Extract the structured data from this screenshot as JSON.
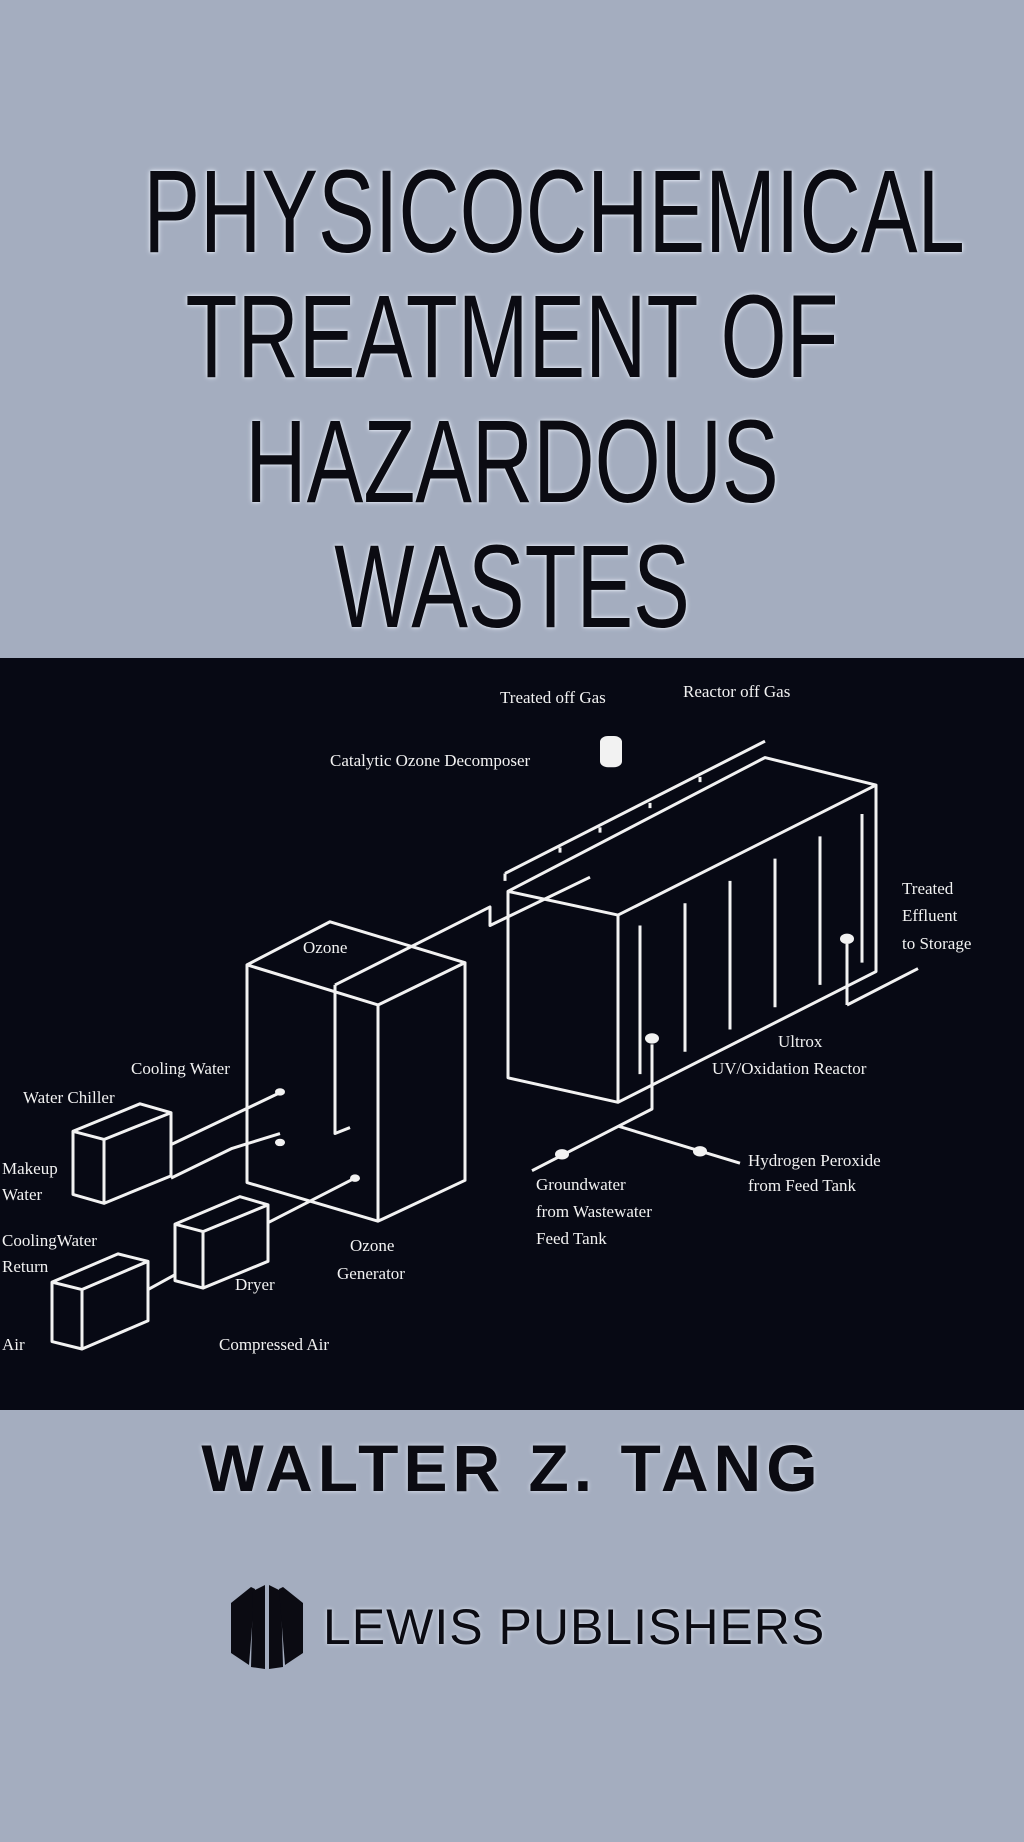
{
  "cover": {
    "title_lines": [
      "PHYSICOCHEMICAL",
      "TREATMENT OF",
      "HAZARDOUS",
      "WASTES"
    ],
    "author": "WALTER Z. TANG",
    "publisher": "LEWIS PUBLISHERS",
    "publisher_logo_icon": "book-pages-logo",
    "colors": {
      "background": "#a4adbf",
      "band": "#070914",
      "text": "#0b0b12",
      "diagram_lines": "#f2f2f2"
    }
  },
  "diagram": {
    "labels": {
      "treated_off_gas": "Treated off Gas",
      "reactor_off_gas": "Reactor off Gas",
      "catalytic_ozone_decomposer": "Catalytic Ozone Decomposer",
      "ozone": "Ozone",
      "treated_effluent": [
        "Treated",
        "Effluent",
        "to Storage"
      ],
      "ultrox": [
        "Ultrox",
        "UV/Oxidation Reactor"
      ],
      "cooling_water": "Cooling Water",
      "water_chiller": "Water Chiller",
      "makeup_water": [
        "Makeup",
        "Water"
      ],
      "cooling_water_return": [
        "CoolingWater",
        "Return"
      ],
      "hydrogen_peroxide": [
        "Hydrogen Peroxide",
        "from Feed Tank"
      ],
      "groundwater": [
        "Groundwater",
        "from Wastewater",
        "Feed Tank"
      ],
      "ozone_generator": [
        "Ozone",
        "Generator"
      ],
      "dryer": "Dryer",
      "compressed_air": "Compressed Air",
      "air": "Air"
    }
  }
}
